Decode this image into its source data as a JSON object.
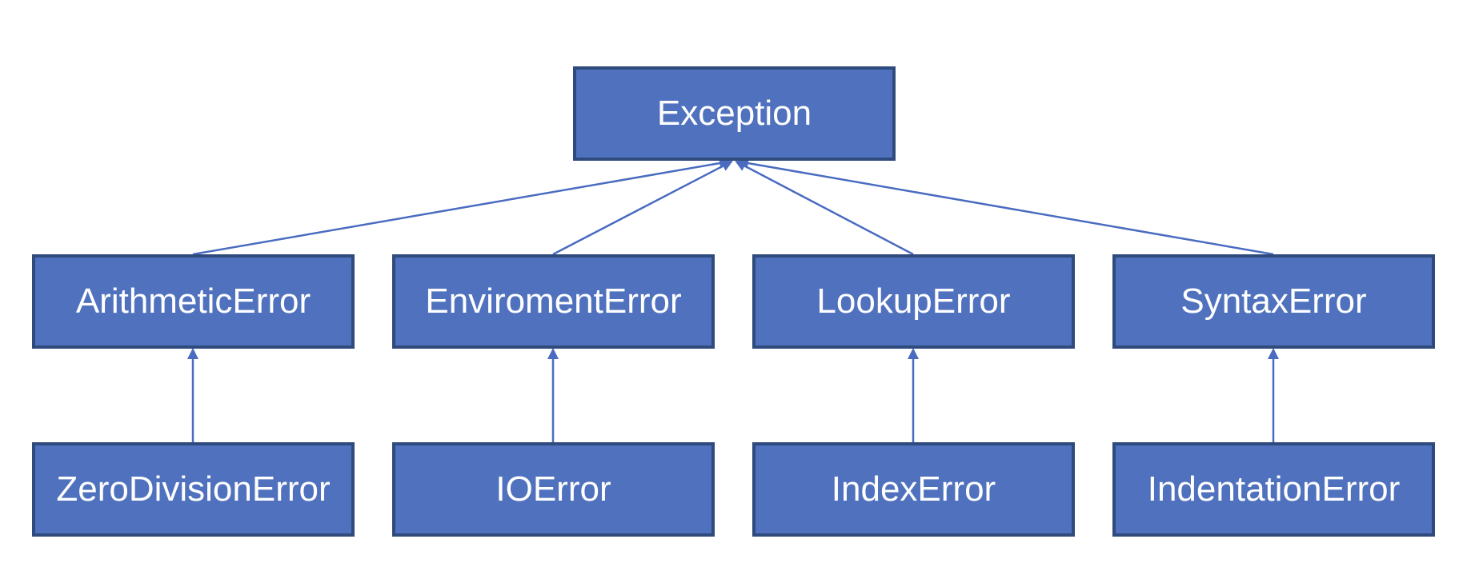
{
  "diagram": {
    "colors": {
      "box_fill": "#5072BE",
      "box_border": "#2F4A7C",
      "text": "#ffffff",
      "connector": "#4A6CC0"
    },
    "root": {
      "label": "Exception"
    },
    "level1": [
      {
        "label": "ArithmeticError"
      },
      {
        "label": "EnviromentError"
      },
      {
        "label": "LookupError"
      },
      {
        "label": "SyntaxError"
      }
    ],
    "level2": [
      {
        "label": "ZeroDivisionError",
        "parent": "ArithmeticError"
      },
      {
        "label": "IOError",
        "parent": "EnviromentError"
      },
      {
        "label": "IndexError",
        "parent": "LookupError"
      },
      {
        "label": "IndentationError",
        "parent": "SyntaxError"
      }
    ],
    "edges": [
      {
        "from": "ArithmeticError",
        "to": "Exception"
      },
      {
        "from": "EnviromentError",
        "to": "Exception"
      },
      {
        "from": "LookupError",
        "to": "Exception"
      },
      {
        "from": "SyntaxError",
        "to": "Exception"
      },
      {
        "from": "ZeroDivisionError",
        "to": "ArithmeticError"
      },
      {
        "from": "IOError",
        "to": "EnviromentError"
      },
      {
        "from": "IndexError",
        "to": "LookupError"
      },
      {
        "from": "IndentationError",
        "to": "SyntaxError"
      }
    ]
  }
}
